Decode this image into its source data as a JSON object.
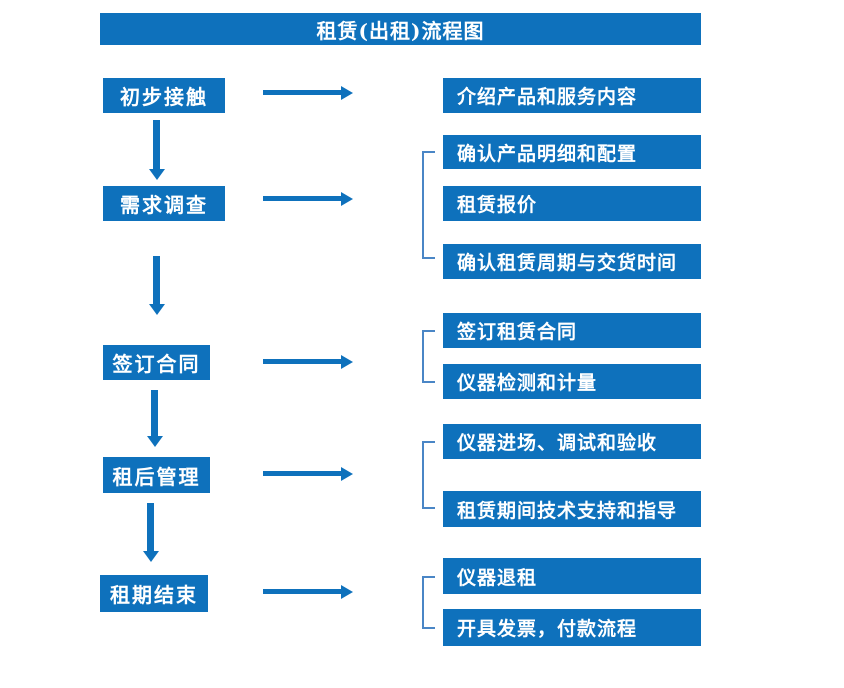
{
  "title": "租赁(出租)流程图",
  "colors": {
    "primary": "#0e71bc",
    "bracket": "#4a86c6",
    "text": "#ffffff",
    "background": "#ffffff"
  },
  "steps": [
    {
      "label": "初步接触",
      "details": [
        "介绍产品和服务内容"
      ]
    },
    {
      "label": "需求调查",
      "details": [
        "确认产品明细和配置",
        "租赁报价",
        "确认租赁周期与交货时间"
      ]
    },
    {
      "label": "签订合同",
      "details": [
        "签订租赁合同",
        "仪器检测和计量"
      ]
    },
    {
      "label": "租后管理",
      "details": [
        "仪器进场、调试和验收",
        "租赁期间技术支持和指导"
      ]
    },
    {
      "label": "租期结束",
      "details": [
        "仪器退租",
        "开具发票，付款流程"
      ]
    }
  ]
}
